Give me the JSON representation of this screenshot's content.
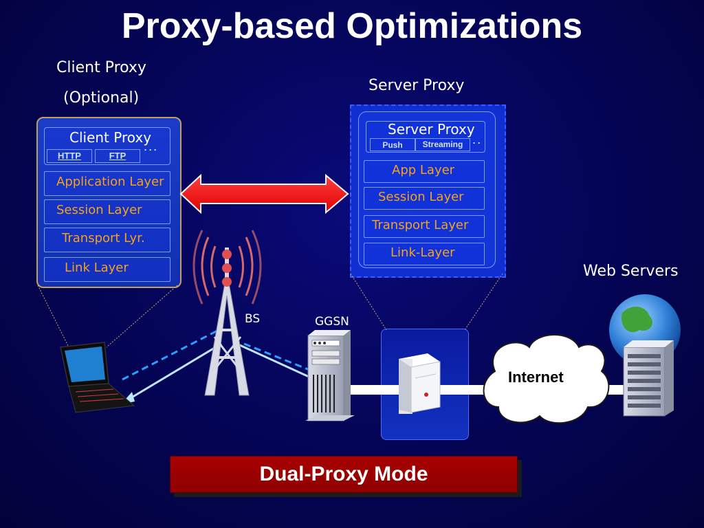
{
  "title": "Proxy-based Optimizations",
  "client": {
    "caption_line1": "Client Proxy",
    "caption_line2": "(Optional)",
    "proxy_label": "Client Proxy",
    "protocols": [
      "HTTP",
      "FTP"
    ],
    "more": "...",
    "layers": [
      "Application Layer",
      "Session Layer",
      "Transport Lyr.",
      "Link Layer"
    ]
  },
  "server": {
    "caption": "Server Proxy",
    "proxy_label": "Server Proxy",
    "protocols": [
      "Push",
      "Streaming"
    ],
    "more": "..",
    "layers": [
      "App Layer",
      "Session Layer",
      "Transport Layer",
      "Link-Layer"
    ]
  },
  "labels": {
    "bs": "BS",
    "ggsn": "GGSN",
    "internet": "Internet",
    "web_servers": "Web Servers"
  },
  "mode": "Dual-Proxy Mode",
  "colors": {
    "background": "#05055a",
    "layer_text": "#f4a21a",
    "arrow": "#ff0000",
    "banner": "#a80000"
  },
  "icons": [
    "laptop-icon",
    "antenna-tower-icon",
    "server-tower-icon",
    "proxy-server-icon",
    "cloud-icon",
    "globe-icon",
    "web-server-icon"
  ]
}
